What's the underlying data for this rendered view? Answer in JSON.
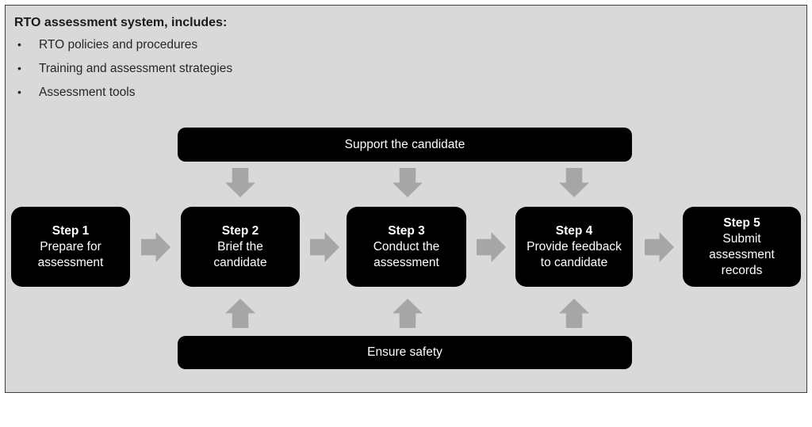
{
  "panel": {
    "title": "RTO assessment system, includes:",
    "bullet_char": "•",
    "bullets": [
      "RTO policies and procedures",
      "Training and assessment strategies",
      "Assessment tools"
    ]
  },
  "diagram": {
    "support_bar": {
      "label": "Support the candidate"
    },
    "safety_bar": {
      "label": "Ensure safety"
    },
    "steps": [
      {
        "title": "Step 1",
        "description": "Prepare for assessment"
      },
      {
        "title": "Step 2",
        "description": "Brief the candidate"
      },
      {
        "title": "Step 3",
        "description": "Conduct the assessment"
      },
      {
        "title": "Step 4",
        "description": "Provide feedback to candidate"
      },
      {
        "title": "Step 5",
        "description": "Submit assessment records"
      }
    ],
    "colors": {
      "panel_background": "#d9d9d9",
      "panel_border": "#3f3f3f",
      "box_background": "#000000",
      "box_text": "#ffffff",
      "arrow": "#a6a6a6"
    }
  }
}
